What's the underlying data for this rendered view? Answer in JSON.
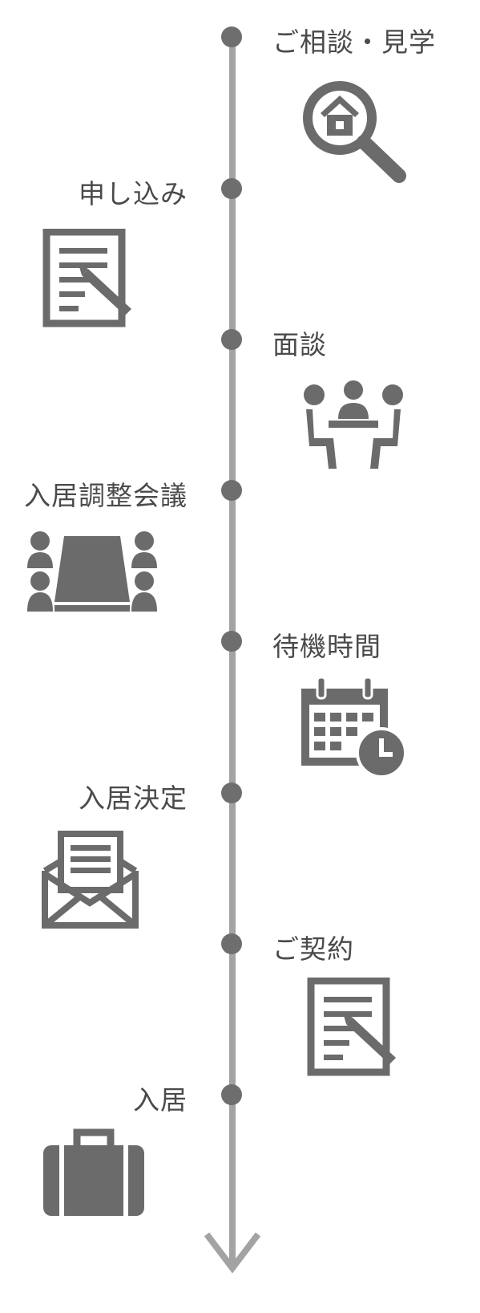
{
  "steps": [
    {
      "label": "ご相談・見学",
      "icon": "house-search-icon"
    },
    {
      "label": "申し込み",
      "icon": "document-pen-icon"
    },
    {
      "label": "面談",
      "icon": "meeting-icon"
    },
    {
      "label": "入居調整会議",
      "icon": "conference-table-icon"
    },
    {
      "label": "待機時間",
      "icon": "calendar-clock-icon"
    },
    {
      "label": "入居決定",
      "icon": "envelope-letter-icon"
    },
    {
      "label": "ご契約",
      "icon": "document-pen-icon"
    },
    {
      "label": "入居",
      "icon": "suitcase-icon"
    }
  ],
  "colors": {
    "icon": "#6b6b6b",
    "line": "#a3a3a3",
    "dot": "#6e6e6e",
    "text": "#4a4a4a"
  }
}
